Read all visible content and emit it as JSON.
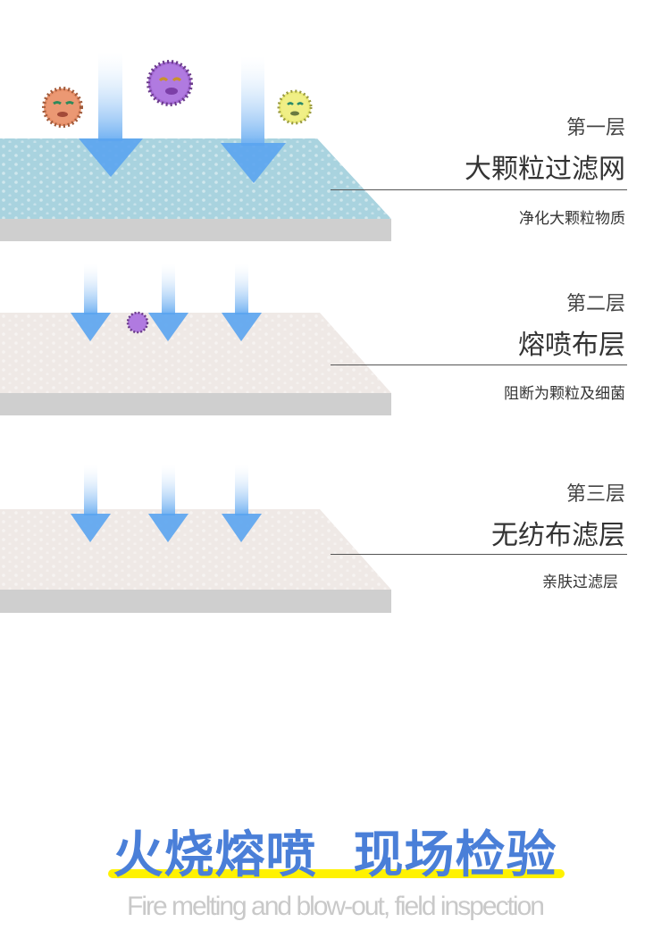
{
  "layers": [
    {
      "level": "第一层",
      "name": "大颗粒过滤网",
      "desc": "净化大颗粒物质"
    },
    {
      "level": "第二层",
      "name": "熔喷布层",
      "desc": "阻断为颗粒及细菌"
    },
    {
      "level": "第三层",
      "name": "无纺布滤层",
      "desc": "亲肤过滤层"
    }
  ],
  "headline": "火烧熔喷  现场检验",
  "subtitle": "Fire melting and blow-out, field inspection",
  "colors": {
    "accent": "#4a7fd8",
    "highlight": "#fff200",
    "arrow": "#5aa4f0",
    "layer1": "#a9d3df",
    "layer2": "#efe9e6",
    "slab": "#cfcfcf"
  }
}
